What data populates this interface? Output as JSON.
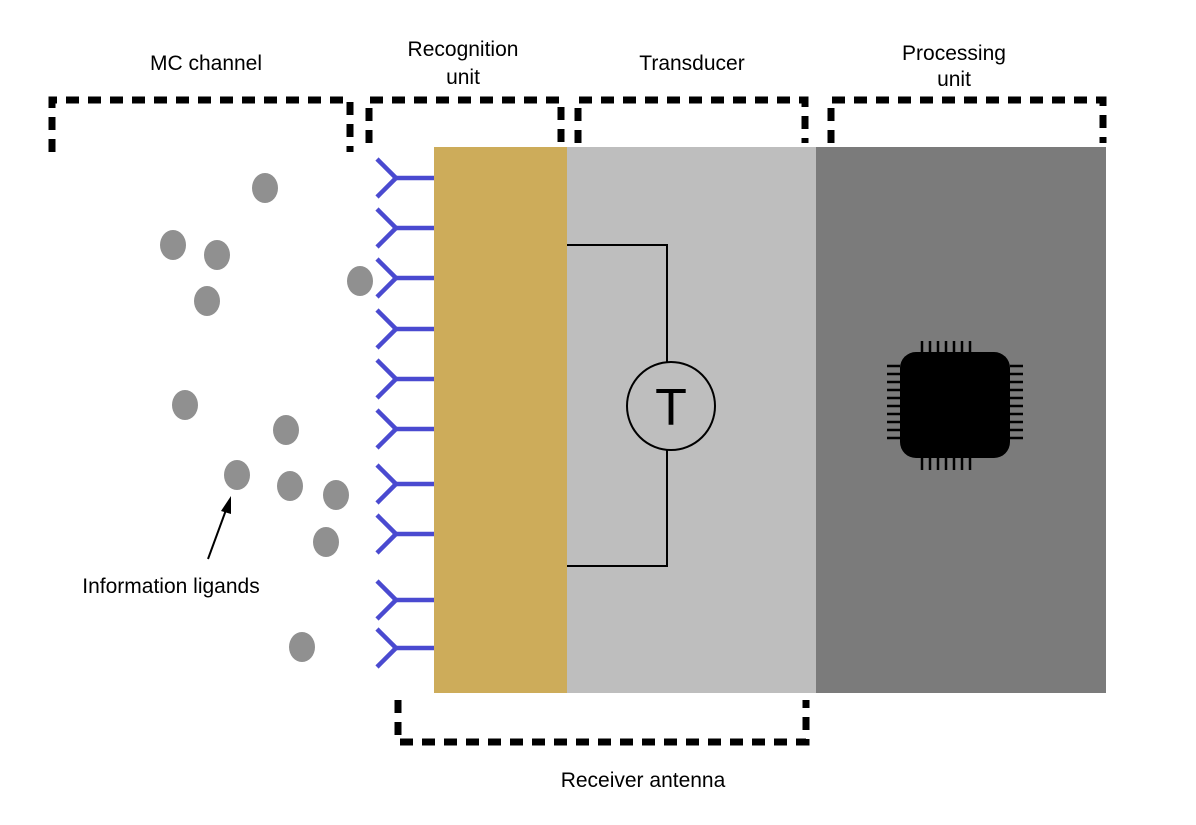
{
  "labels": {
    "mc_channel": "MC channel",
    "recognition_unit_line1": "Recognition",
    "recognition_unit_line2": "unit",
    "transducer": "Transducer",
    "processing_unit_line1": "Processing",
    "processing_unit_line2": "unit",
    "information_ligands": "Information ligands",
    "receiver_antenna": "Receiver antenna",
    "transducer_symbol": "T"
  },
  "colors": {
    "recognition_layer": "#cdac5a",
    "transducer_layer": "#bebebe",
    "processing_layer": "#7b7b7b",
    "antibody": "#4a4ad0",
    "ligand": "#909090",
    "chip": "#000000"
  },
  "icons": {
    "chip": "microchip-icon",
    "transducer": "transducer-circle-icon",
    "receptor": "y-shaped-antibody-icon"
  }
}
